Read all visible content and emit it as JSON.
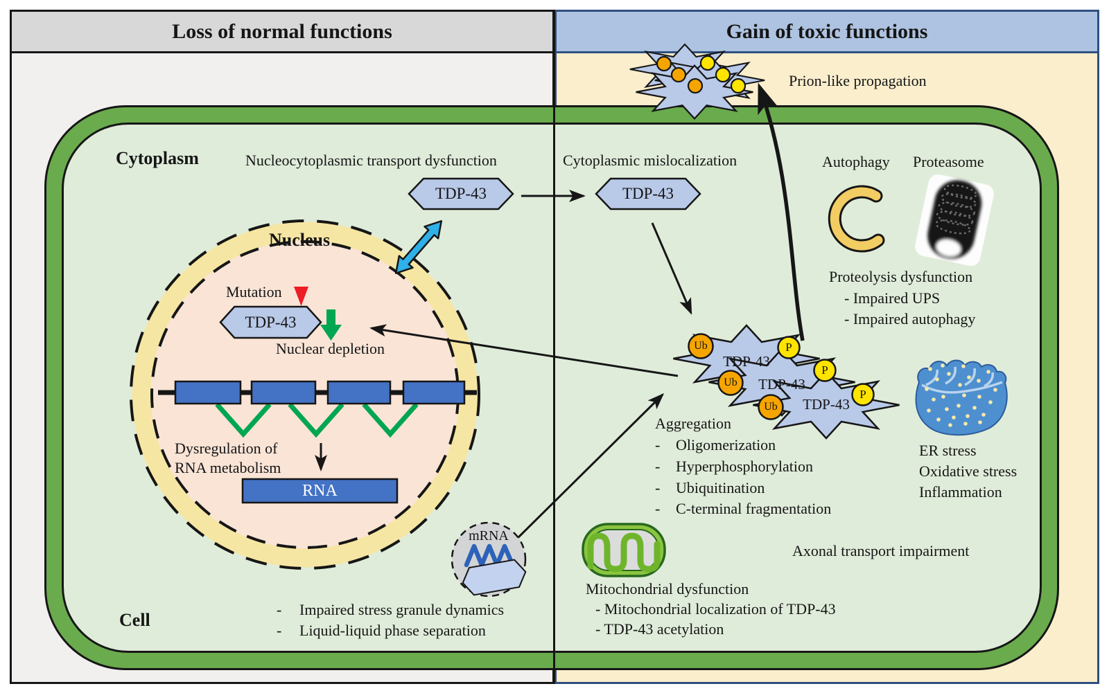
{
  "figure": {
    "left_panel_title": "Loss of normal functions",
    "right_panel_title": "Gain of toxic functions"
  },
  "cell": {
    "cytoplasm": "Cytoplasm",
    "cell": "Cell"
  },
  "nucleus": {
    "title": "Nucleus",
    "mutation": "Mutation",
    "tdp43": "TDP-43",
    "nuclear_depletion": "Nuclear depletion",
    "dysregulation_line1": "Dysregulation of",
    "dysregulation_line2": "RNA metabolism",
    "rna": "RNA"
  },
  "transport": {
    "label": "Nucleocytoplasmic transport dysfunction",
    "tdp43_cytoplasm": "TDP-43",
    "mislocalization": "Cytoplasmic mislocalization",
    "tdp43_mislocalized": "TDP-43"
  },
  "aggregation": {
    "bullet": "-",
    "title": "Aggregation",
    "items": [
      "Oligomerization",
      "Hyperphosphorylation",
      "Ubiquitination",
      "C-terminal fragmentation"
    ],
    "stars": [
      "TDP-43",
      "TDP-43",
      "TDP-43"
    ],
    "ub": "Ub",
    "p": "P"
  },
  "prion": {
    "label": "Prion-like propagation"
  },
  "proteolysis": {
    "autophagy": "Autophagy",
    "proteasome": "Proteasome",
    "title": "Proteolysis dysfunction",
    "items": [
      "- Impaired UPS",
      "- Impaired autophagy"
    ]
  },
  "er_stress": {
    "lines": [
      "ER stress",
      "Oxidative stress",
      "Inflammation"
    ]
  },
  "mitochondria": {
    "title": "Mitochondrial dysfunction",
    "items": [
      "- Mitochondrial localization of TDP-43",
      "- TDP-43 acetylation"
    ]
  },
  "axonal": {
    "label": "Axonal transport impairment"
  },
  "stress_granule": {
    "bullet": "-",
    "mrna": "mRNA",
    "items": [
      "Impaired stress granule dynamics",
      "Liquid-liquid phase separation"
    ]
  },
  "colors": {
    "header_left_bg": "#d8d8d8",
    "header_right_bg": "#aec3e1",
    "panel_left_bg": "#f1f0ee",
    "panel_right_bg": "#fbeecd",
    "right_border": "#2f5080",
    "cell_membrane": "#6aab4d",
    "cell_fill": "#e0ecda",
    "nucleus_fill": "#f9e4d6",
    "nuclear_envelope": "#f6e6a3",
    "tdp43_fill": "#b9c9e8",
    "exon_blue": "#4472c4",
    "green_accent": "#00a651",
    "red_accent": "#ee1c25",
    "cyan_arrow": "#2eb0e8",
    "ub_orange": "#f6a500",
    "p_yellow": "#ffe400",
    "er_blue": "#4e8fd0",
    "mito_green": "#8bc53f"
  }
}
